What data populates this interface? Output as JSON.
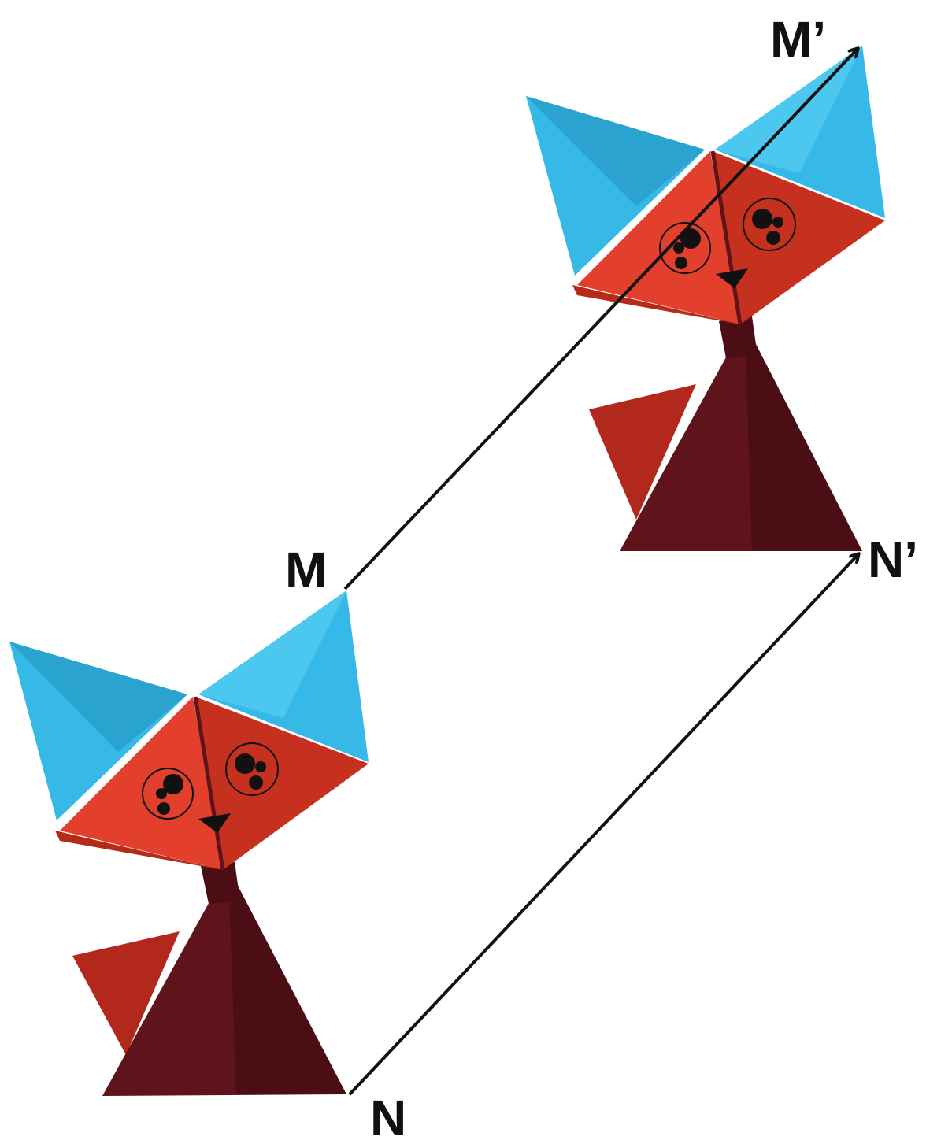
{
  "labels": {
    "m": "M",
    "m_prime": "M’",
    "n": "N",
    "n_prime": "N’"
  },
  "colors": {
    "ear_blue": "#36b9e6",
    "ear_blue_light": "#4cc8f0",
    "ear_blue_dark": "#2aa3d1",
    "face_red": "#e2402c",
    "face_red_dark": "#c5301f",
    "face_shadow": "#b62a1a",
    "body_maroon": "#5e141a",
    "body_maroon_dark": "#4a0e14",
    "tail_red": "#b3281c",
    "ink": "#111111",
    "background": "#ffffff"
  },
  "figures": [
    "original-cat",
    "translated-cat"
  ],
  "vectors": [
    "vector-m-m-prime",
    "vector-n-n-prime"
  ]
}
